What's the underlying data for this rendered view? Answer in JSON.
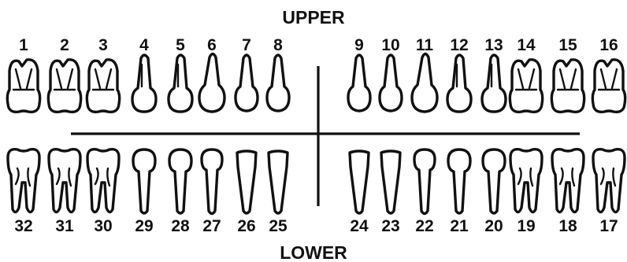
{
  "header": {
    "upper": "UPPER",
    "lower": "LOWER"
  },
  "upper_teeth": [
    {
      "number": "1",
      "kind": "molar"
    },
    {
      "number": "2",
      "kind": "molar"
    },
    {
      "number": "3",
      "kind": "molar"
    },
    {
      "number": "4",
      "kind": "premolar"
    },
    {
      "number": "5",
      "kind": "premolar"
    },
    {
      "number": "6",
      "kind": "canine"
    },
    {
      "number": "7",
      "kind": "incisor"
    },
    {
      "number": "8",
      "kind": "incisor"
    },
    {
      "number": "9",
      "kind": "incisor"
    },
    {
      "number": "10",
      "kind": "incisor"
    },
    {
      "number": "11",
      "kind": "canine"
    },
    {
      "number": "12",
      "kind": "premolar"
    },
    {
      "number": "13",
      "kind": "premolar"
    },
    {
      "number": "14",
      "kind": "molar"
    },
    {
      "number": "15",
      "kind": "molar"
    },
    {
      "number": "16",
      "kind": "molar"
    }
  ],
  "lower_teeth": [
    {
      "number": "32",
      "kind": "molar"
    },
    {
      "number": "31",
      "kind": "molar"
    },
    {
      "number": "30",
      "kind": "molar"
    },
    {
      "number": "29",
      "kind": "premolar"
    },
    {
      "number": "28",
      "kind": "premolar"
    },
    {
      "number": "27",
      "kind": "canine"
    },
    {
      "number": "26",
      "kind": "incisor"
    },
    {
      "number": "25",
      "kind": "incisor"
    },
    {
      "number": "24",
      "kind": "incisor"
    },
    {
      "number": "23",
      "kind": "incisor"
    },
    {
      "number": "22",
      "kind": "canine"
    },
    {
      "number": "21",
      "kind": "premolar"
    },
    {
      "number": "20",
      "kind": "premolar"
    },
    {
      "number": "19",
      "kind": "molar"
    },
    {
      "number": "18",
      "kind": "molar"
    },
    {
      "number": "17",
      "kind": "molar"
    }
  ],
  "colors": {
    "ink": "#111111",
    "background": "#ffffff"
  }
}
